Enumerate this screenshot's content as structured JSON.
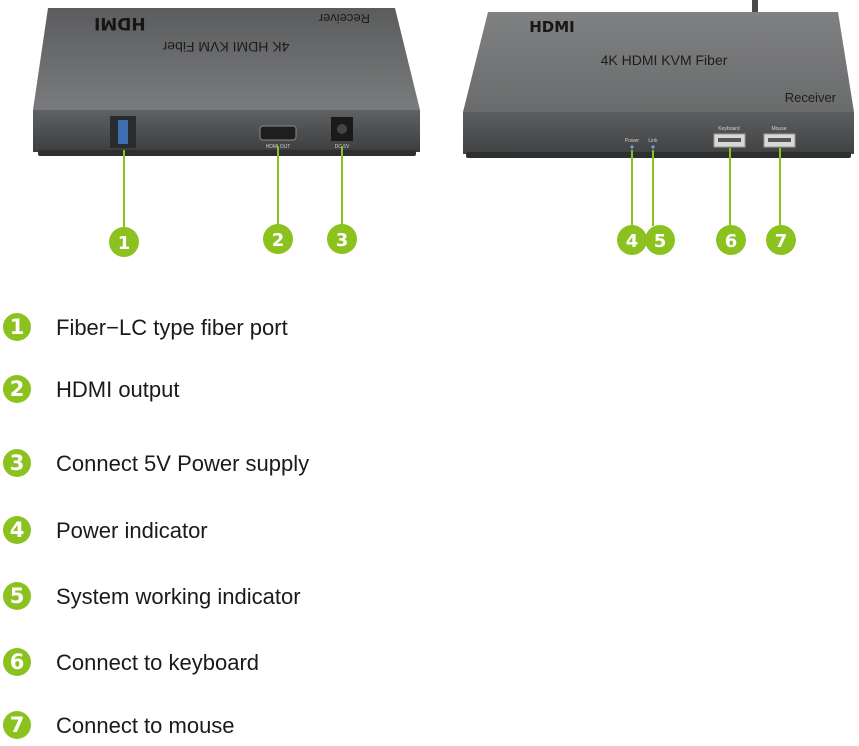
{
  "left_device": {
    "brand": "HDMI",
    "title": "4K HDMI KVM Fiber",
    "model": "Receiver",
    "port_labels": {
      "hdmi": "HDMI OUT",
      "power": "DC 5V"
    }
  },
  "right_device": {
    "brand": "HDMI",
    "title": "4K HDMI KVM Fiber",
    "model": "Receiver",
    "port_labels": {
      "power": "Power",
      "link": "Link",
      "keyboard": "Keyboard",
      "mouse": "Mouse"
    }
  },
  "callouts": [
    "1",
    "2",
    "3",
    "4",
    "5",
    "6",
    "7"
  ],
  "legend": [
    {
      "num": "1",
      "text": "Fiber−LC type fiber port"
    },
    {
      "num": "2",
      "text": "HDMI output"
    },
    {
      "num": "3",
      "text": "Connect 5V Power supply"
    },
    {
      "num": "4",
      "text": "Power indicator"
    },
    {
      "num": "5",
      "text": "System working indicator"
    },
    {
      "num": "6",
      "text": "Connect to keyboard"
    },
    {
      "num": "7",
      "text": "Connect to mouse"
    }
  ],
  "colors": {
    "badge": "#8cc21f",
    "device_top": "#6e6f6f",
    "device_front": "#4d4e4f",
    "text": "#1a1a1a"
  }
}
